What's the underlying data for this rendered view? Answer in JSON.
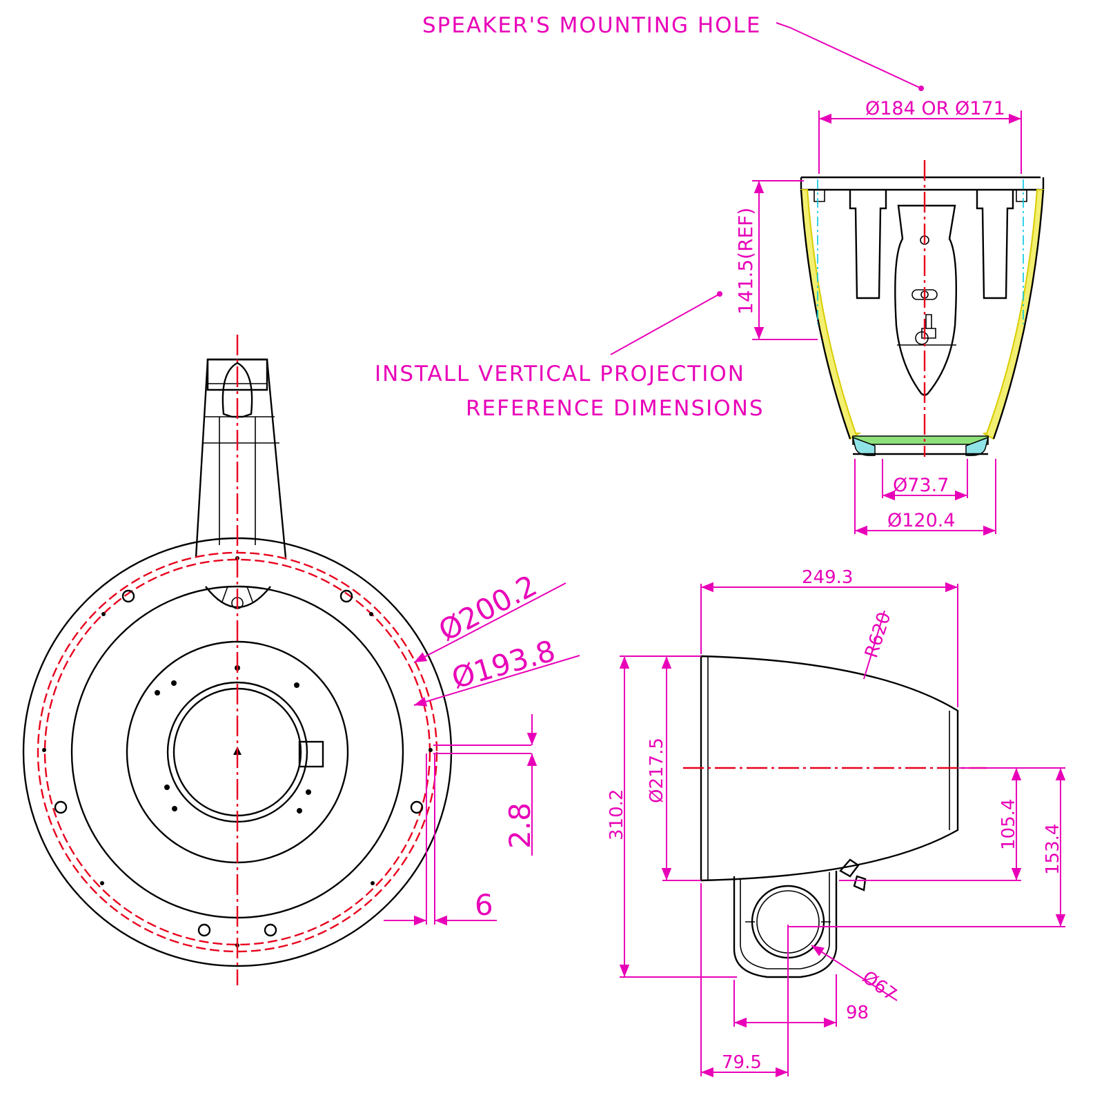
{
  "notes": {
    "mounting_hole": "SPEAKER'S MOUNTING HOLE",
    "projection_line1": "INSTALL VERTICAL PROJECTION",
    "projection_line2": "REFERENCE DIMENSIONS"
  },
  "top_view": {
    "d_mount": "Ø184 OR Ø171",
    "height_ref": "141.5(REF)",
    "d_inner": "Ø73.7",
    "d_outer": "Ø120.4"
  },
  "front_view": {
    "d_200": "Ø200.2",
    "d_193": "Ø193.8",
    "dim_2_8": "2.8",
    "dim_6": "6"
  },
  "side_view": {
    "len": "249.3",
    "radius": "R620",
    "d_217": "Ø217.5",
    "h_310": "310.2",
    "h_105": "105.4",
    "h_153": "153.4",
    "d_67": "Ø67",
    "w_98": "98",
    "w_79": "79.5"
  },
  "colors": {
    "dimension": "#e800b8",
    "centerline": "#e8001c",
    "housing": "#f3ef70"
  }
}
